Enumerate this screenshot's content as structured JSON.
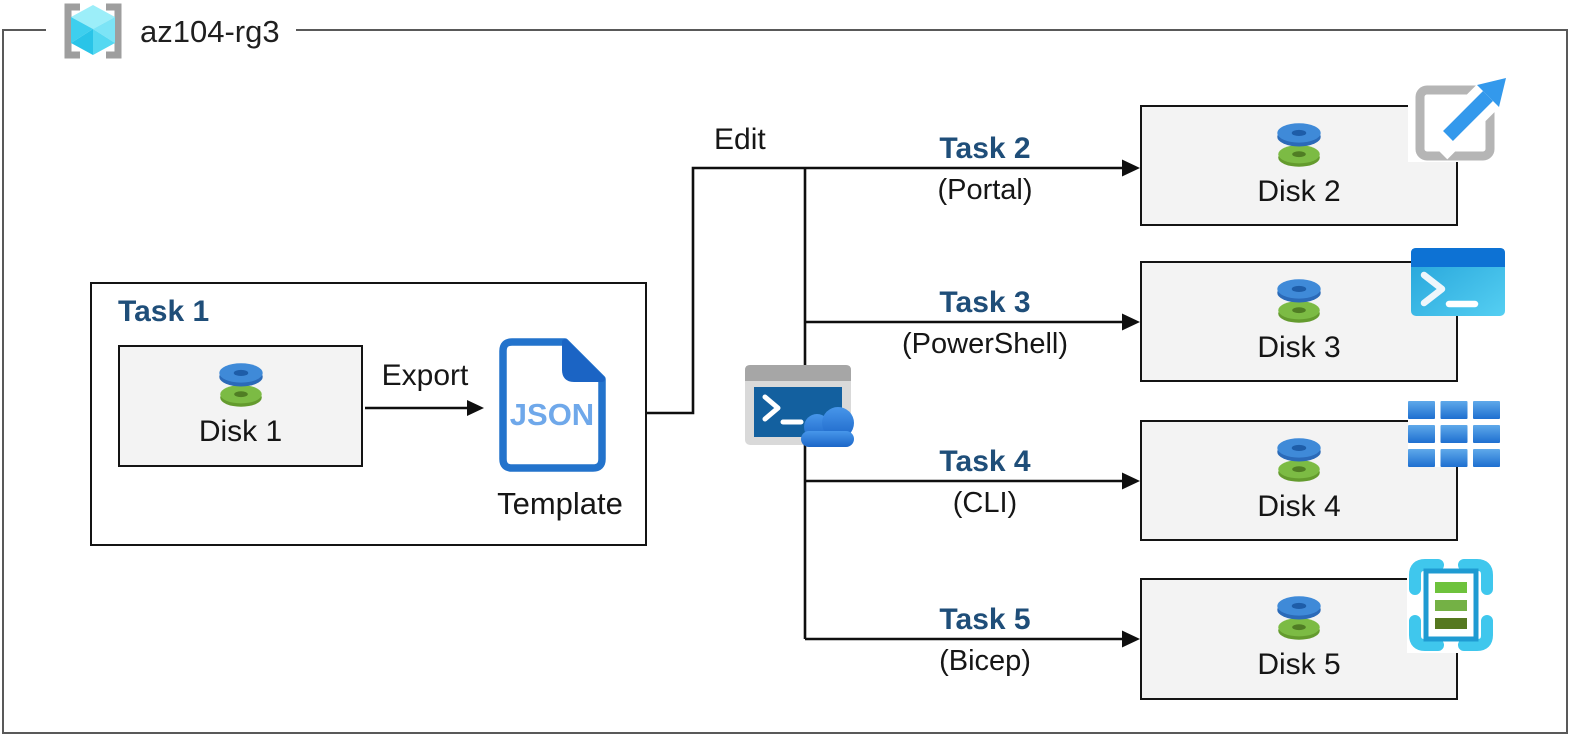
{
  "resource_group": {
    "name": "az104-rg3"
  },
  "task1": {
    "title": "Task 1",
    "disk_label": "Disk 1",
    "export_label": "Export",
    "json_label": "JSON",
    "template_caption": "Template"
  },
  "edit_label": "Edit",
  "tasks": [
    {
      "title": "Task 2",
      "method": "(Portal)",
      "disk_label": "Disk 2",
      "icon": "export-template-icon"
    },
    {
      "title": "Task 3",
      "method": "(PowerShell)",
      "disk_label": "Disk 3",
      "icon": "powershell-icon"
    },
    {
      "title": "Task 4",
      "method": "(CLI)",
      "disk_label": "Disk 4",
      "icon": "cli-grid-icon"
    },
    {
      "title": "Task 5",
      "method": "(Bicep)",
      "disk_label": "Disk 5",
      "icon": "bicep-icon"
    }
  ],
  "icons": {
    "resource_group": "resource-group-icon",
    "managed_disk": "managed-disk-icon",
    "json_template": "json-file-icon",
    "cloud_shell": "cloud-shell-icon"
  },
  "colors": {
    "task_title": "#1F4E79",
    "line_black": "#0F0F0F",
    "outer_border": "#595959",
    "disk_box_fill": "#F3F3F3",
    "disk_blue": "#3F8AD8",
    "disk_green": "#7CBB44",
    "json_blue": "#2373CC",
    "cyan_cube": "#4ED7F0"
  }
}
